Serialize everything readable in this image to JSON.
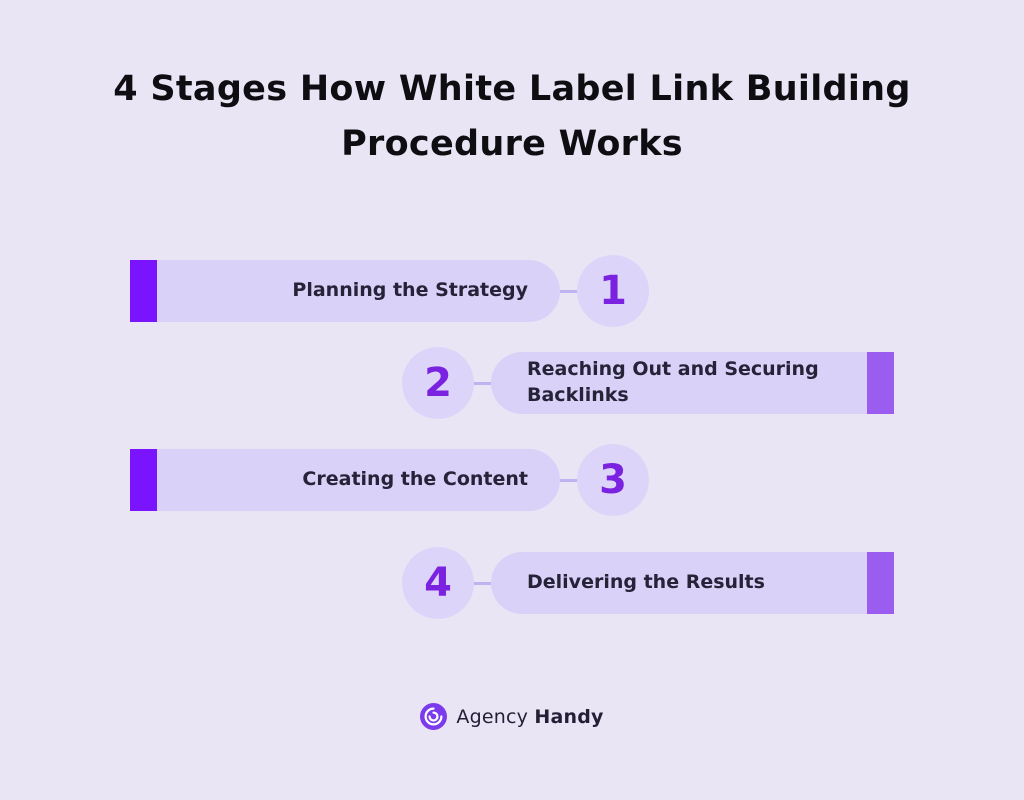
{
  "title": {
    "line1": "4 Stages How White Label Link Building",
    "line2": "Procedure Works"
  },
  "stages": [
    {
      "number": "1",
      "label": "Planning the Strategy",
      "side": "left"
    },
    {
      "number": "2",
      "label": "Reaching Out and Securing Backlinks",
      "side": "right"
    },
    {
      "number": "3",
      "label": "Creating the Content",
      "side": "left"
    },
    {
      "number": "4",
      "label": "Delivering the Results",
      "side": "right"
    }
  ],
  "footer": {
    "brand_part1": "Agency",
    "brand_part2": "Handy"
  },
  "colors": {
    "background": "#e9e5f5",
    "bar_fill": "#d9d1f7",
    "accent_left": "#7b14fe",
    "accent_right": "#9b5df0",
    "circle_fill": "#ddd5f9",
    "number_text": "#7a22e0",
    "title_text": "#0d0d12",
    "label_text": "#262238"
  }
}
